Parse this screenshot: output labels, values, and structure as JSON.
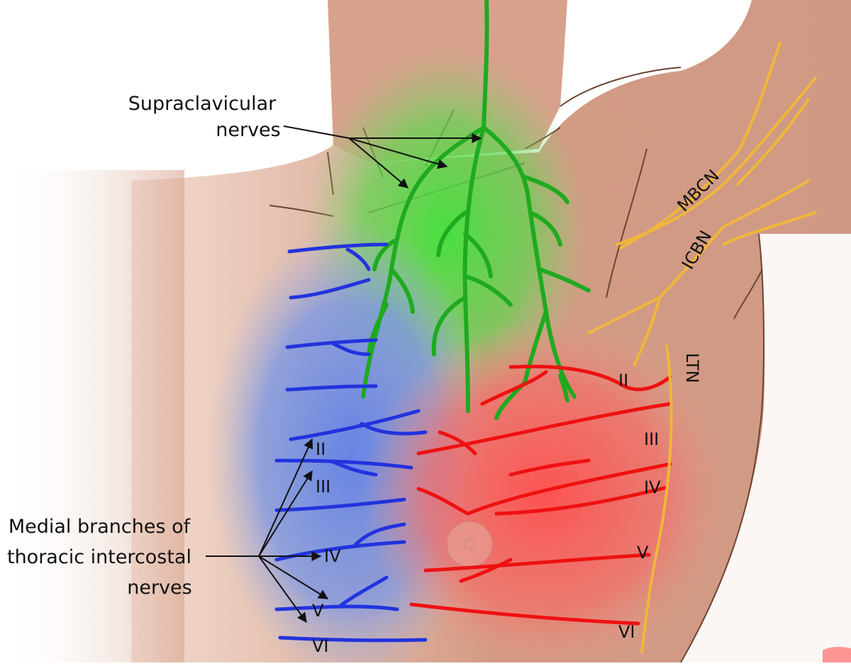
{
  "labels": {
    "supraclavicular": [
      "Supraclavicular",
      "nerves"
    ],
    "medial_branches": [
      "Medial branches of",
      "thoracic intercostal",
      "nerves"
    ],
    "mbcn": "MBCN",
    "icbn": "ICBN",
    "ltn": "LTN",
    "medial_levels": [
      "II",
      "III",
      "IV",
      "V",
      "VI"
    ],
    "lateral_levels": [
      "II",
      "III",
      "IV",
      "V",
      "VI"
    ]
  },
  "colors": {
    "skin": "#d9a48e",
    "skin_light": "#efd6c8",
    "outline": "#6b4532",
    "supraclavicular_nerve": "#1faa1f",
    "supraclavicular_zone": "#55e04a",
    "medial_nerve": "#2233dd",
    "medial_zone": "#6f8fe6",
    "lateral_nerve": "#ee1111",
    "lateral_zone": "#ff5a5a",
    "arm_nerve": "#f0b63a",
    "label": "#111111"
  }
}
